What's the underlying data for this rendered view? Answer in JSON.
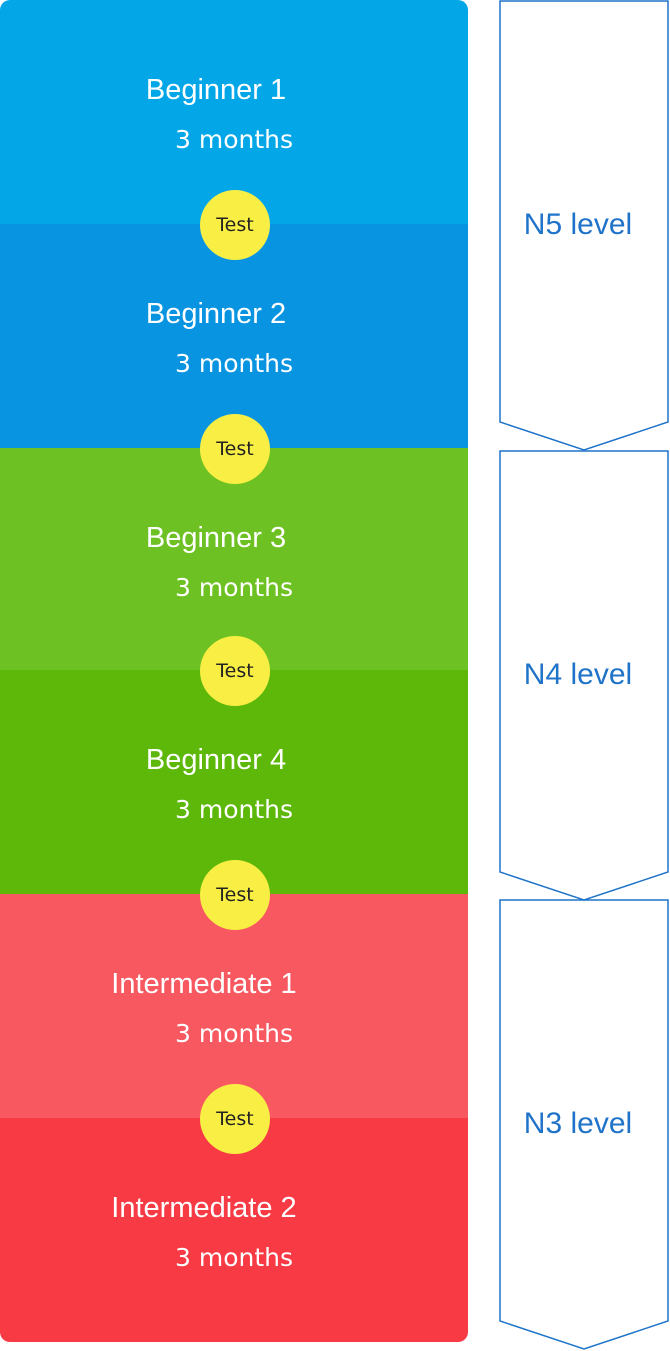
{
  "colors": {
    "beginner1": "#03a7e8",
    "beginner2": "#0994e2",
    "beginner3": "#6ec122",
    "beginner4": "#5db809",
    "intermediate1": "#f8585f",
    "intermediate2": "#f73a43",
    "test_badge": "#f9ef44",
    "level_outline": "#1f73c9"
  },
  "stages": [
    {
      "title": "Beginner 1",
      "duration": "3 months"
    },
    {
      "title": "Beginner 2",
      "duration": "3 months"
    },
    {
      "title": "Beginner 3",
      "duration": "3 months"
    },
    {
      "title": "Beginner 4",
      "duration": "3 months"
    },
    {
      "title": "Intermediate 1",
      "duration": "3 months"
    },
    {
      "title": "Intermediate 2",
      "duration": "3 months"
    }
  ],
  "tests": [
    "Test",
    "Test",
    "Test",
    "Test",
    "Test"
  ],
  "levels": [
    {
      "label": "N5 level"
    },
    {
      "label": "N4 level"
    },
    {
      "label": "N3 level"
    }
  ]
}
